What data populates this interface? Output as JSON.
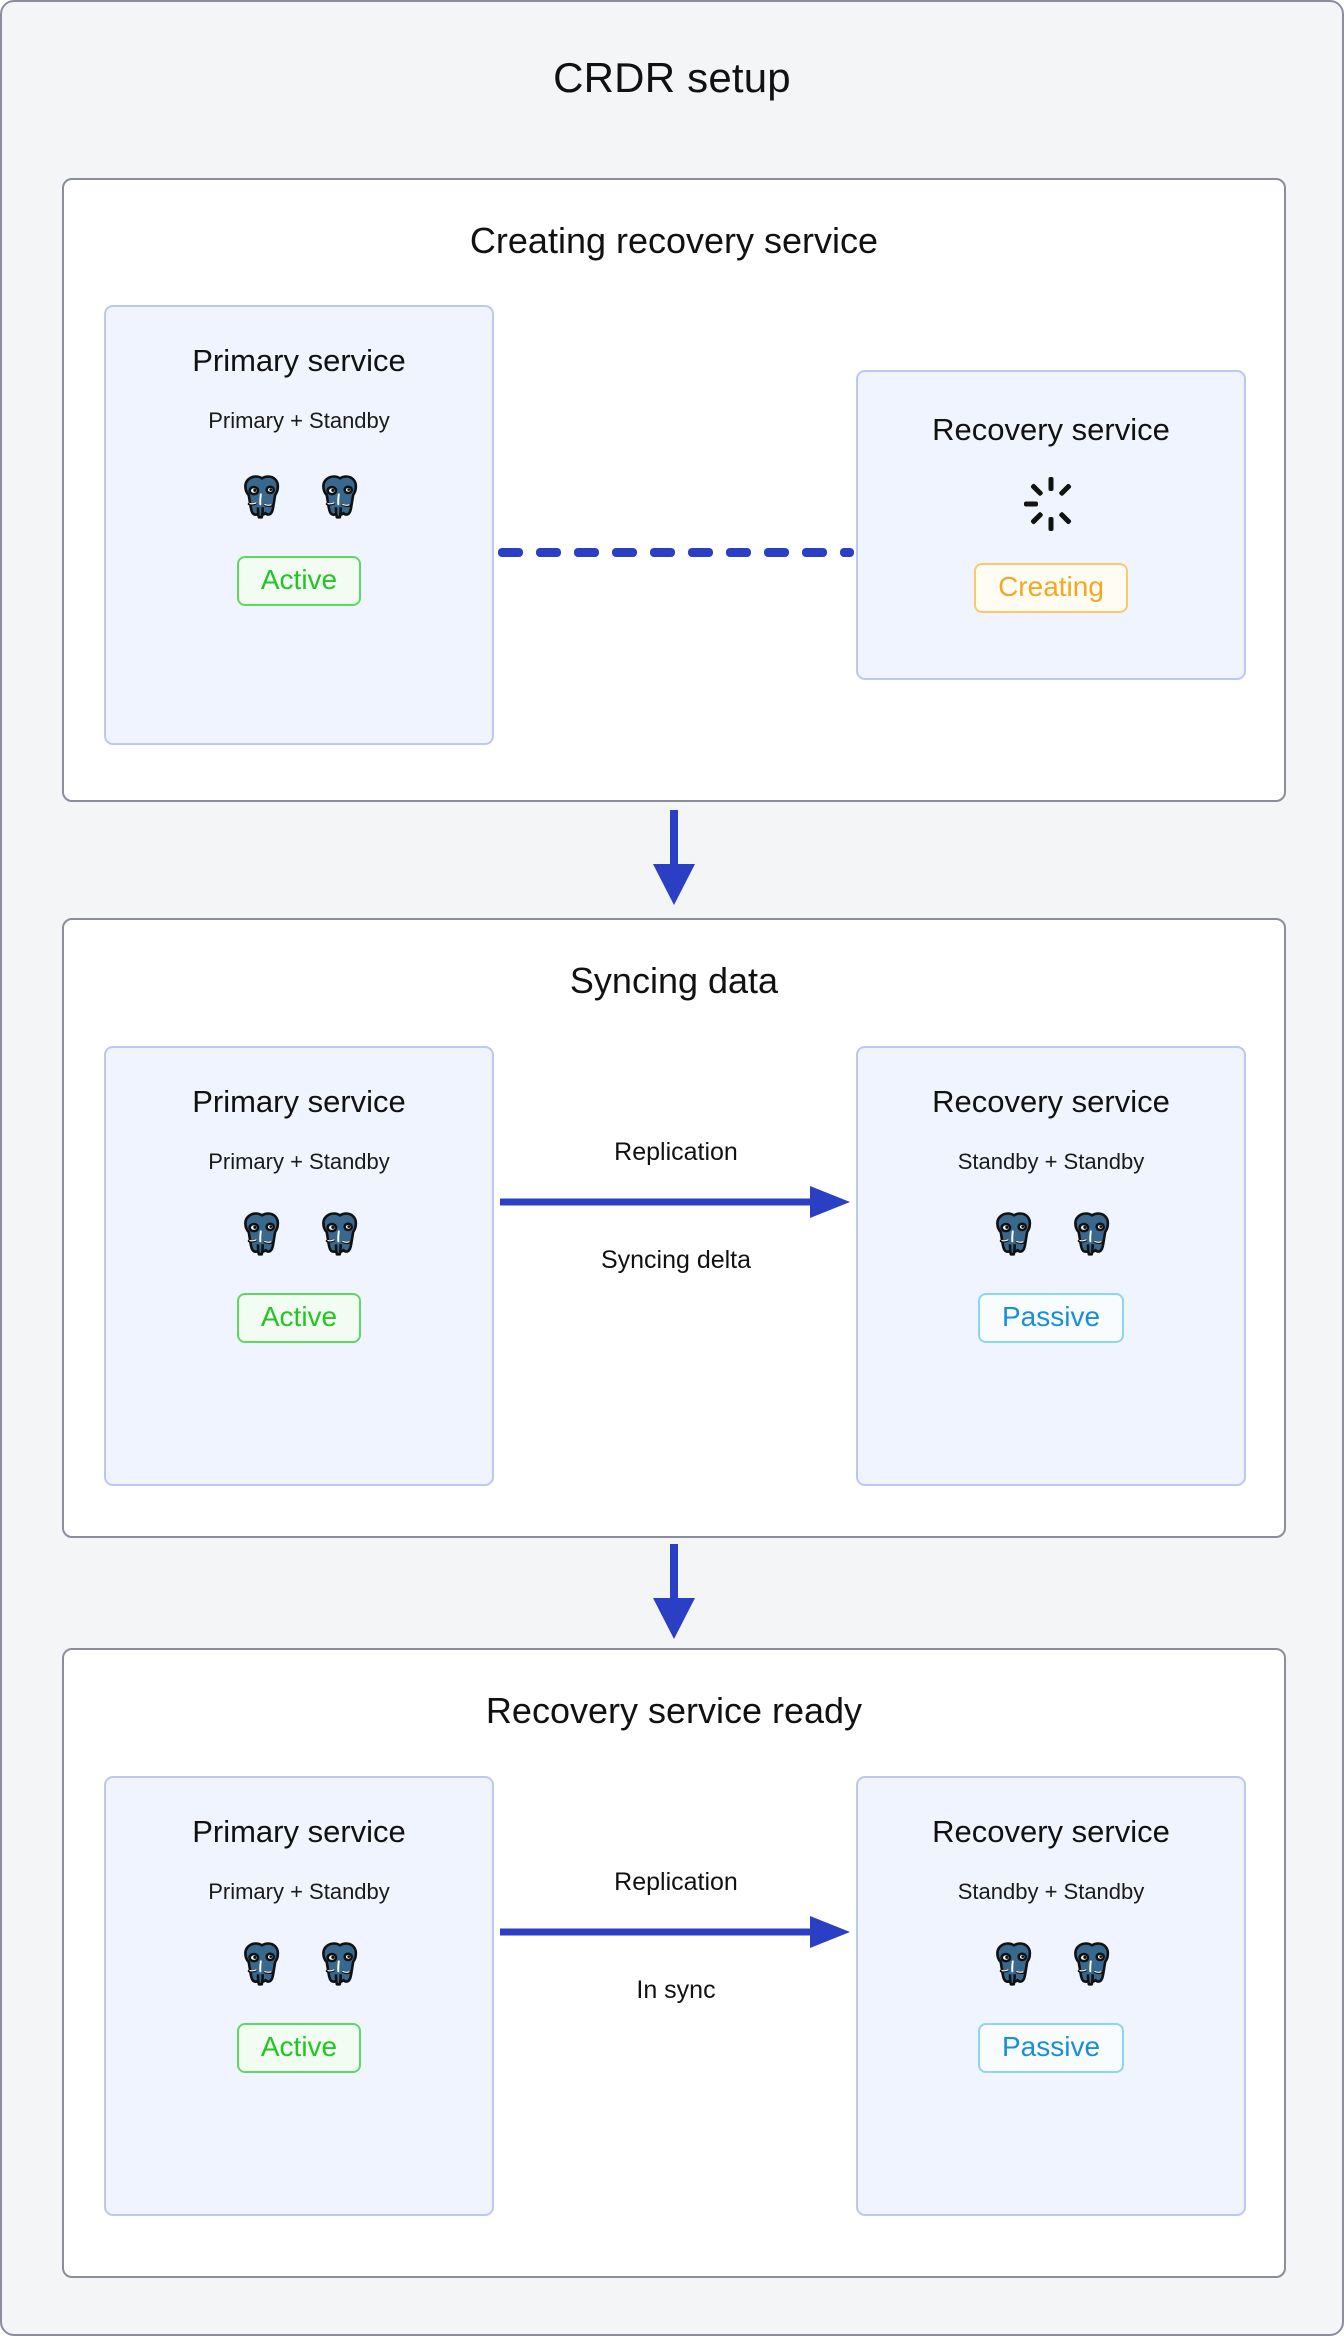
{
  "diagram": {
    "title": "CRDR setup",
    "background_color": "#f4f5f7",
    "accent_color": "#2b3fc4"
  },
  "stages": [
    {
      "id": "creating",
      "title": "Creating recovery service",
      "left_service": {
        "name": "Primary service",
        "subtitle": "Primary + Standby",
        "node_count": 2,
        "node_icon": "postgresql-elephant-icon",
        "badge": {
          "label": "Active",
          "color": "#22c522"
        }
      },
      "right_service": {
        "name": "Recovery service",
        "subtitle": "",
        "node_count": 0,
        "status_icon": "spinner-icon",
        "badge": {
          "label": "Creating",
          "color": "#f5a623"
        }
      },
      "connector": {
        "style": "dashed",
        "label_top": "",
        "label_bottom": "",
        "color": "#2b3fc4",
        "arrowhead": false
      }
    },
    {
      "id": "syncing",
      "title": "Syncing data",
      "left_service": {
        "name": "Primary service",
        "subtitle": "Primary + Standby",
        "node_count": 2,
        "node_icon": "postgresql-elephant-icon",
        "badge": {
          "label": "Active",
          "color": "#22c522"
        }
      },
      "right_service": {
        "name": "Recovery service",
        "subtitle": "Standby + Standby",
        "node_count": 2,
        "node_icon": "postgresql-elephant-icon",
        "badge": {
          "label": "Passive",
          "color": "#1a8fd8"
        }
      },
      "connector": {
        "style": "solid",
        "label_top": "Replication",
        "label_bottom": "Syncing delta",
        "color": "#2b3fc4",
        "arrowhead": true
      }
    },
    {
      "id": "ready",
      "title": "Recovery service ready",
      "left_service": {
        "name": "Primary service",
        "subtitle": "Primary + Standby",
        "node_count": 2,
        "node_icon": "postgresql-elephant-icon",
        "badge": {
          "label": "Active",
          "color": "#22c522"
        }
      },
      "right_service": {
        "name": "Recovery service",
        "subtitle": "Standby + Standby",
        "node_count": 2,
        "node_icon": "postgresql-elephant-icon",
        "badge": {
          "label": "Passive",
          "color": "#1a8fd8"
        }
      },
      "connector": {
        "style": "solid",
        "label_top": "Replication",
        "label_bottom": "In sync",
        "color": "#2b3fc4",
        "arrowhead": true
      }
    }
  ],
  "flow_arrows": [
    {
      "from": "creating",
      "to": "syncing",
      "direction": "down"
    },
    {
      "from": "syncing",
      "to": "ready",
      "direction": "down"
    }
  ]
}
